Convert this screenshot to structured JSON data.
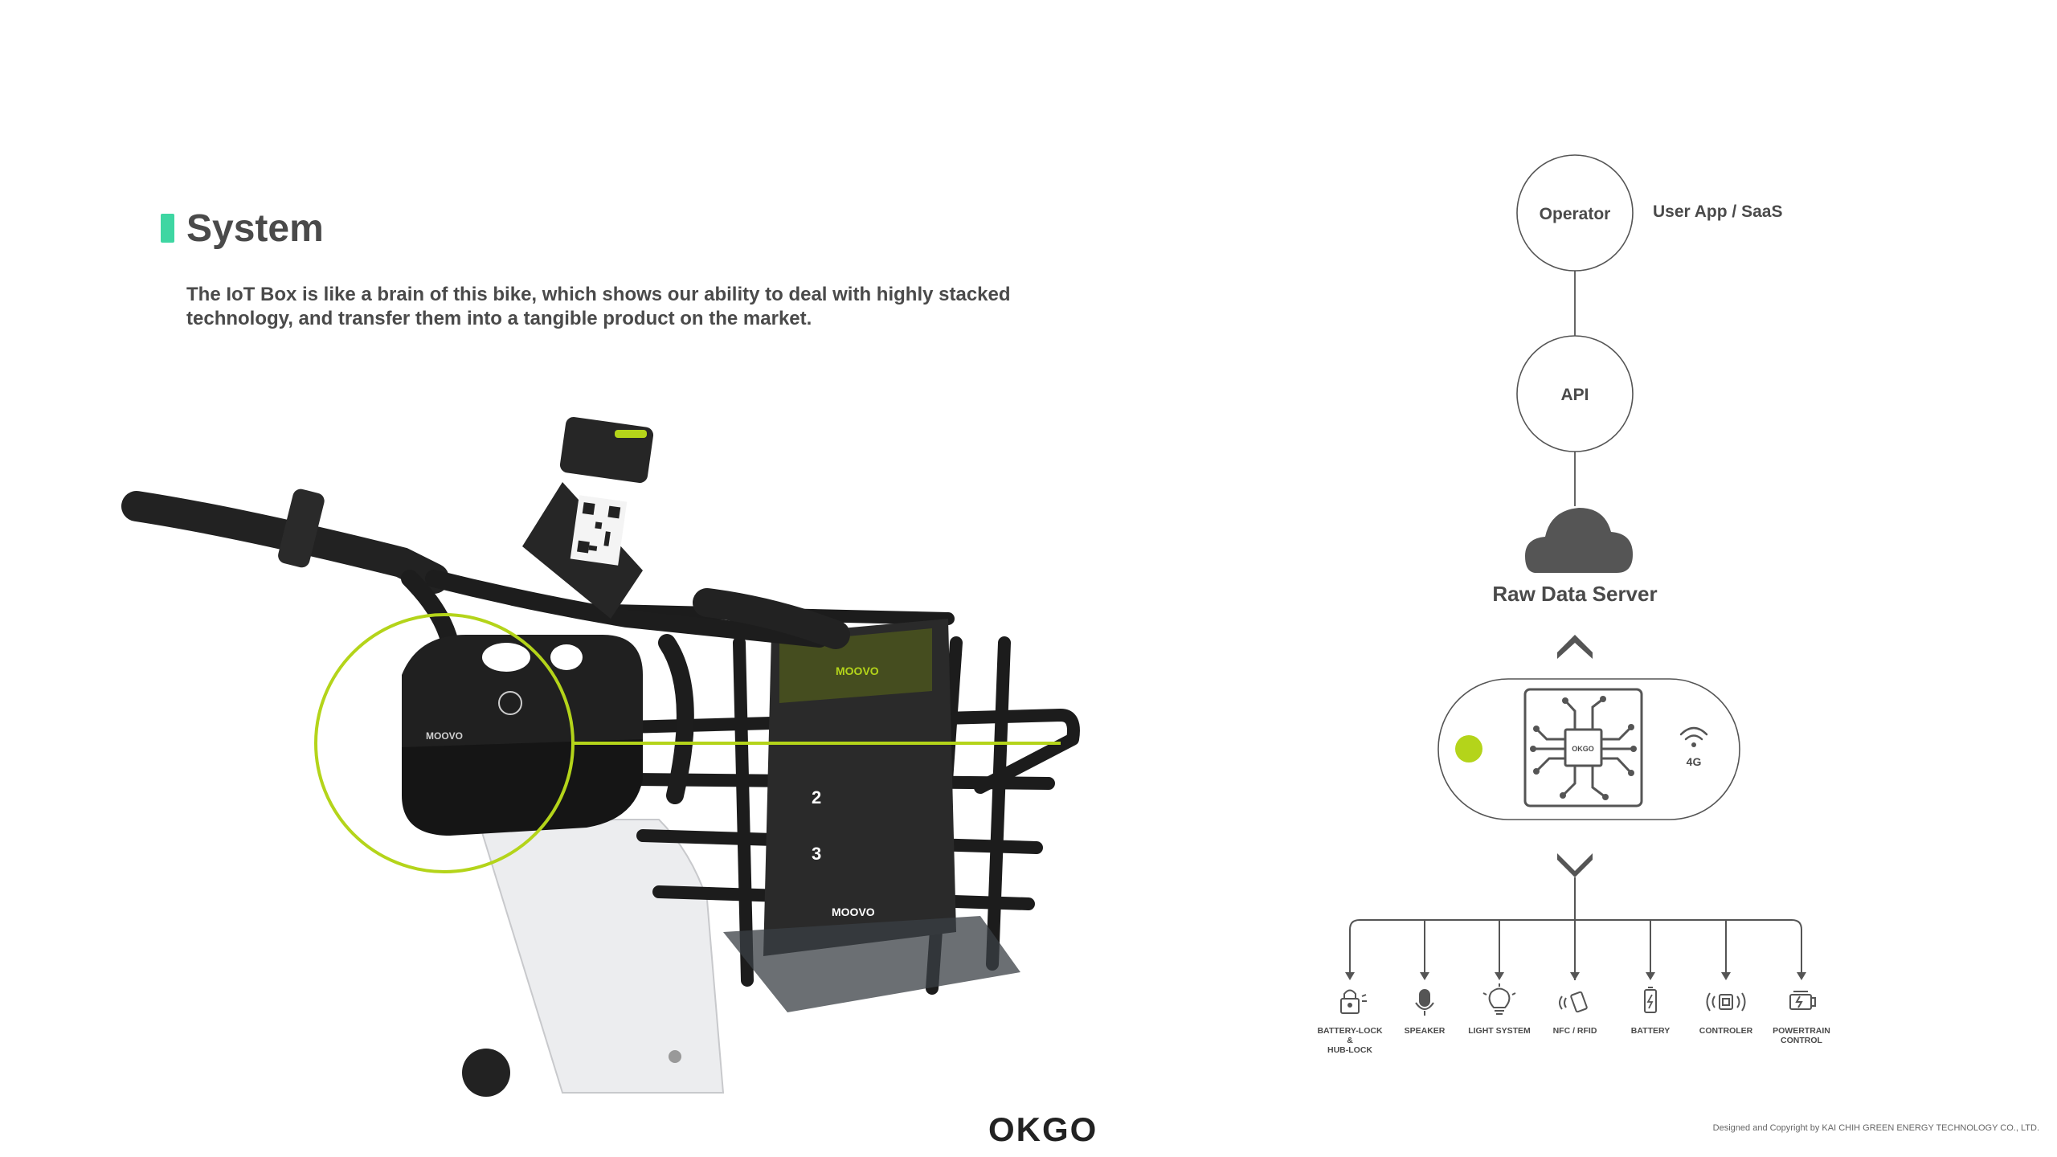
{
  "header": {
    "title": "System",
    "description": "The IoT Box is like a brain of this bike, which shows our ability to deal with highly stacked technology, and transfer them into a tangible product on the market."
  },
  "diagram": {
    "operator": "Operator",
    "operator_side": "User App / SaaS",
    "api": "API",
    "server": "Raw Data Server",
    "chip_brand": "OKGO",
    "network": "4G",
    "devices": [
      "BATTERY-LOCK",
      "&",
      "HUB-LOCK",
      "SPEAKER",
      "LIGHT SYSTEM",
      "NFC / RFID",
      "BATTERY",
      "CONTROLER",
      "POWERTRAIN",
      "CONTROL"
    ]
  },
  "footer": {
    "logo": "OKGO",
    "copyright": "Designed and Copyright by KAI CHIH GREEN ENERGY TECHNOLOGY CO., LTD."
  },
  "colors": {
    "accent_green": "#b4d41a",
    "teal_bar": "#3ed6a2",
    "text": "#4a4a4a"
  }
}
